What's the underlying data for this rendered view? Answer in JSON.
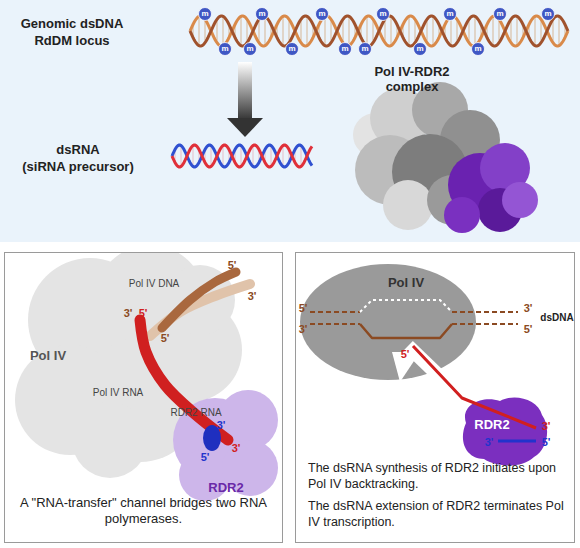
{
  "diagram": {
    "nodes": [
      {
        "text": [
          "A \"RNA-transfer\" channel bridges two RNA polymerases."
        ]
      },
      {
        "text": [
          "The dsRNA synthesis of RDR2 initiates upon Pol IV backtracking.",
          "The dsRNA extension of RDR2 terminates Pol IV transcription."
        ]
      },
      {
        "text": [
          "Pol IV"
        ],
        "in": 1
      },
      {
        "text": [
          "RDR2"
        ],
        "in": 1
      }
    ],
    "labels": [
      "Genomic dsDNA",
      "RdDM locus",
      "m",
      "m",
      "m",
      "m",
      "m",
      "m",
      "m",
      "m",
      "m",
      "m",
      "m",
      "m",
      "m",
      "m",
      "dsRNA",
      "(siRNA precursor)",
      "Pol IV-RDR2 complex",
      "Pol IV DNA",
      "5'",
      "3'",
      "5'",
      "3'",
      "5'",
      "Pol IV",
      "Pol IV RNA",
      "RDR2 RNA",
      "3'",
      "5'",
      "3'",
      "RDR2",
      "5'",
      "3'",
      "3'",
      "5'",
      "dsDNA",
      "5'",
      "3'",
      "3'",
      "5'"
    ]
  }
}
